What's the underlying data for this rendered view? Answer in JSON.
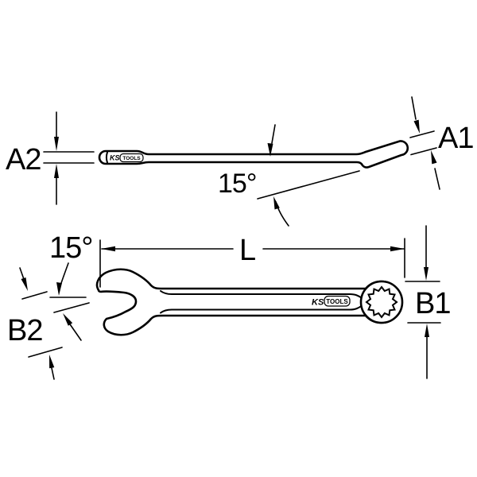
{
  "drawing": {
    "background": "#ffffff",
    "line_color": "#000000",
    "subject": "combination-wrench-dimension-diagram",
    "side_view": {
      "label_a2": "A2",
      "label_angle": "15°",
      "label_a1": "A1",
      "logo_ks": "KS",
      "logo_tools": "TOOLS"
    },
    "plan_view": {
      "label_angle": "15°",
      "label_length": "L",
      "label_b1": "B1",
      "label_b2": "B2",
      "logo_ks": "KS",
      "logo_tools": "TOOLS"
    }
  }
}
